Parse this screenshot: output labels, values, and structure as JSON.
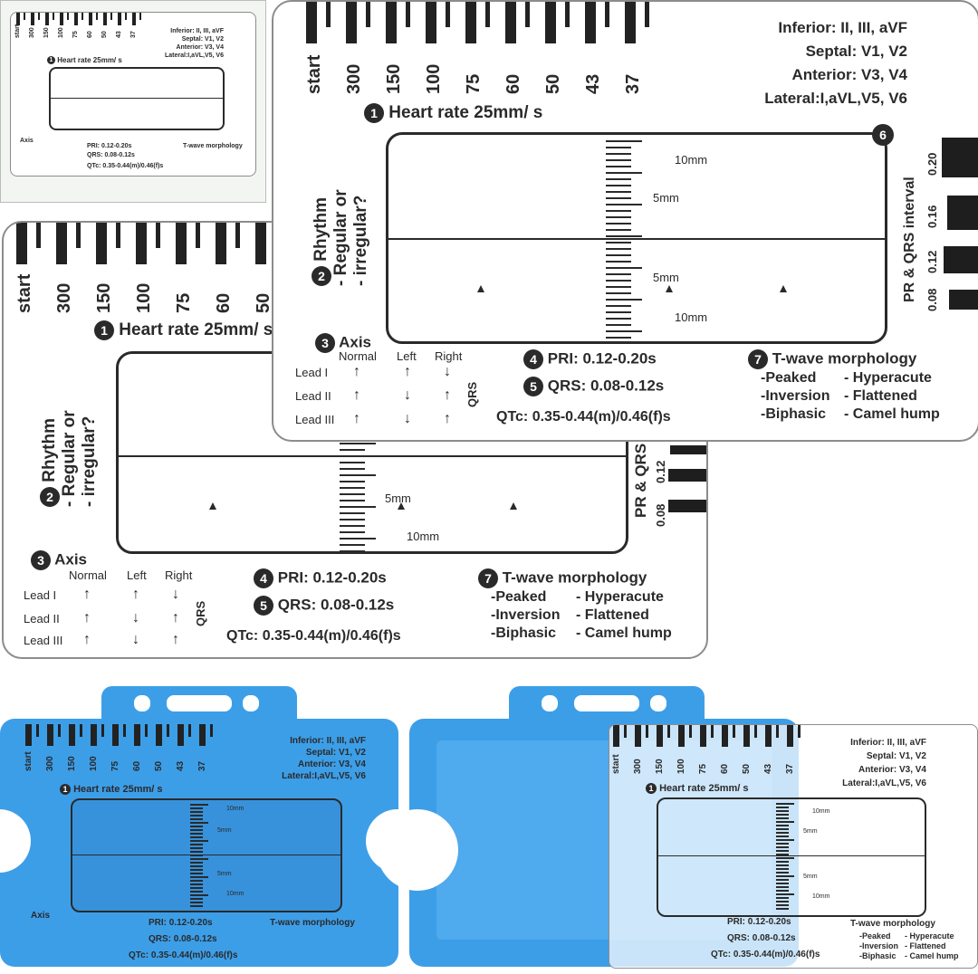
{
  "card": {
    "scale_numbers": [
      "start",
      "300",
      "150",
      "100",
      "75",
      "60",
      "50",
      "43",
      "37"
    ],
    "leads": [
      "Inferior: II, III, aVF",
      "Septal: V1, V2",
      "Anterior: V3, V4",
      "Lateral:I,aVL,V5, V6"
    ],
    "heart_rate": {
      "num": "1",
      "label": "Heart rate 25mm/ s"
    },
    "rhythm": {
      "num": "2",
      "line1": "Rhythm",
      "line2": "- Regular or",
      "line3": "- irregular?"
    },
    "axis": {
      "num": "3",
      "label": "Axis",
      "cols": [
        "Normal",
        "Left",
        "Right"
      ],
      "rows": [
        {
          "lead": "Lead I",
          "arrows": [
            "↑",
            "↑",
            "↓"
          ]
        },
        {
          "lead": "Lead II",
          "arrows": [
            "↑",
            "↓",
            "↑"
          ]
        },
        {
          "lead": "Lead III",
          "arrows": [
            "↑",
            "↓",
            "↑"
          ]
        }
      ],
      "qrs": "QRS"
    },
    "pri": {
      "num": "4",
      "label": "PRI: 0.12-0.20s"
    },
    "qrs": {
      "num": "5",
      "label": "QRS: 0.08-0.12s"
    },
    "qtc": "QTc: 0.35-0.44(m)/0.46(f)s",
    "box_num": "6",
    "ruler": {
      "10mm": "10mm",
      "5mm": "5mm"
    },
    "twave": {
      "num": "7",
      "label": "T-wave morphology",
      "left": [
        "-Peaked",
        "-Inversion",
        "-Biphasic"
      ],
      "right": [
        "- Hyperacute",
        "- Flattened",
        "- Camel hump"
      ]
    },
    "pr_qrs": {
      "label": "PR & QRS interval",
      "values": [
        "0.20",
        "0.16",
        "0.12",
        "0.08"
      ]
    }
  },
  "colors": {
    "holder": "#3d9ee8",
    "ink": "#2a2a2a",
    "card": "#ffffff"
  }
}
